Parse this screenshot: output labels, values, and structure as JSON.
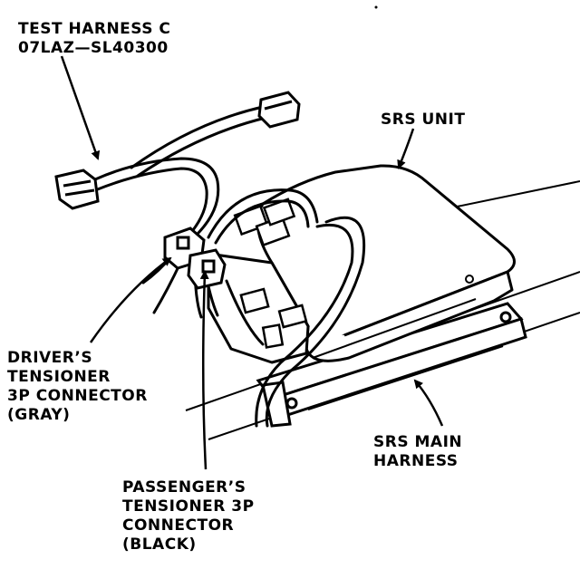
{
  "labels": {
    "test_harness": {
      "line1": "TEST HARNESS C",
      "line2": "07LAZ—SL40300"
    },
    "srs_unit": "SRS UNIT",
    "drivers": {
      "line1": "DRIVER’S",
      "line2": "TENSIONER",
      "line3": "3P CONNECTOR",
      "line4": "(GRAY)"
    },
    "passengers": {
      "line1": "PASSENGER’S",
      "line2": "TENSIONER 3P",
      "line3": "CONNECTOR",
      "line4": "(BLACK)"
    },
    "srs_main": {
      "line1": "SRS MAIN",
      "line2": "HARNESS"
    }
  },
  "colors": {
    "ink": "#000000",
    "paper": "#ffffff"
  }
}
